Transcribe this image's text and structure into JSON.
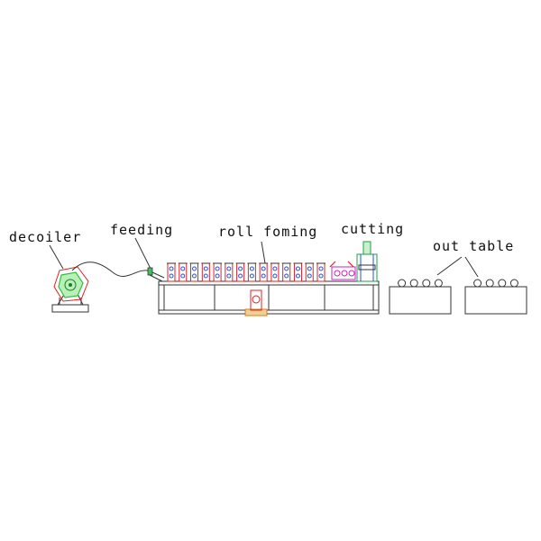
{
  "labels": {
    "decoiler": "decoiler",
    "feeding": "feeding",
    "roll_forming": "roll foming",
    "cutting": "cutting",
    "out_table": "out table"
  },
  "colors": {
    "line": "#333333",
    "roller_red": "#e02020",
    "roller_blue": "#2050e0",
    "decoiler_green": "#30c040",
    "cutter_green": "#20a040",
    "cutter_magenta": "#d020c0",
    "frame_orange": "#d08020"
  },
  "forming_stations": 14,
  "out_table_rollers": 4
}
